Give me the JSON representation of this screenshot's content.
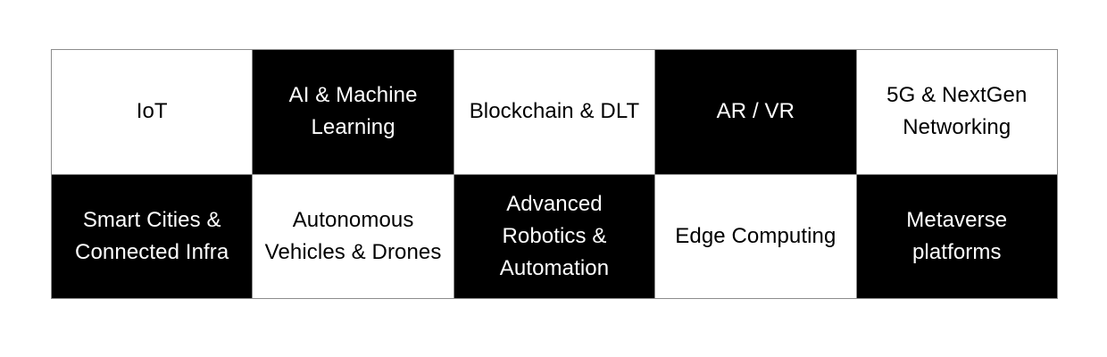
{
  "colors": {
    "canvas_background": "#ffffff",
    "cell_light_background": "#ffffff",
    "cell_light_text": "#000000",
    "cell_dark_background": "#000000",
    "cell_dark_text": "#ffffff",
    "border": "#8c8c8c"
  },
  "grid": {
    "columns": 5,
    "rows": 2,
    "pattern": "checkerboard",
    "cells": [
      [
        {
          "label": "IoT",
          "fill": "light"
        },
        {
          "label": "AI & Machine Learning",
          "fill": "dark"
        },
        {
          "label": "Blockchain & DLT",
          "fill": "light"
        },
        {
          "label": "AR / VR",
          "fill": "dark"
        },
        {
          "label": "5G & NextGen Networking",
          "fill": "light"
        }
      ],
      [
        {
          "label": "Smart Cities & Connected Infra",
          "fill": "dark"
        },
        {
          "label": "Autonomous Vehicles & Drones",
          "fill": "light"
        },
        {
          "label": "Advanced Robotics & Automation",
          "fill": "dark"
        },
        {
          "label": "Edge Computing",
          "fill": "light"
        },
        {
          "label": "Metaverse platforms",
          "fill": "dark"
        }
      ]
    ]
  }
}
